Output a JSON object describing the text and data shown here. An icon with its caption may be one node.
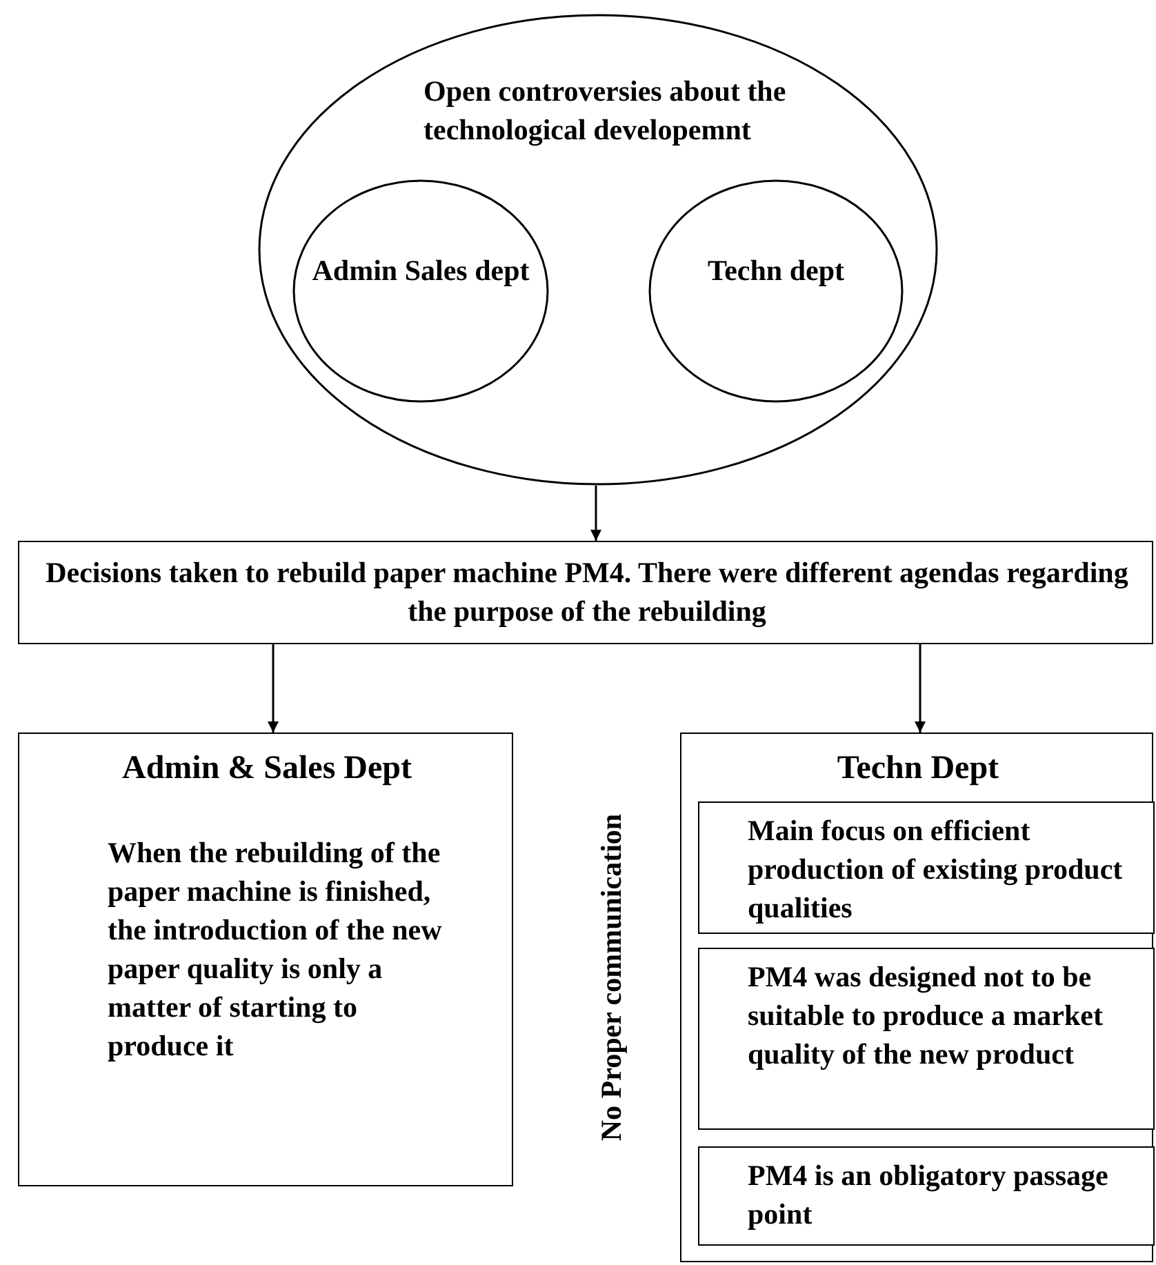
{
  "diagram": {
    "nodes": [
      {
        "text": [
          "Open controversies about the technological developemnt"
        ]
      },
      {
        "text": [
          "Admin Sales dept"
        ],
        "in": 0
      },
      {
        "text": [
          "Techn dept"
        ],
        "in": 0
      },
      {
        "text": [
          "Decisions taken to rebuild paper  machine PM4. There were different agendas regarding the purpose of the rebuilding"
        ]
      },
      {
        "text": [
          "Admin & Sales Dept",
          "When the rebuilding of the paper machine is finished, the introduction of the new paper quality is only a matter of starting to produce it"
        ]
      },
      {
        "text": [
          "Techn Dept"
        ]
      },
      {
        "text": [
          "Main focus on efficient production of existing product qualities"
        ],
        "in": 5
      },
      {
        "text": [
          "PM4 was designed not to be suitable to produce a market quality of the new product"
        ],
        "in": 5
      },
      {
        "text": [
          "PM4 is an obligatory passage point"
        ],
        "in": 5
      }
    ],
    "edges": [
      {
        "from": 0,
        "to": 3,
        "arrow": "to"
      },
      {
        "from": 3,
        "to": 4,
        "arrow": "to"
      },
      {
        "from": 3,
        "to": 5,
        "arrow": "to"
      }
    ],
    "labels": [
      "No Proper communication"
    ]
  }
}
